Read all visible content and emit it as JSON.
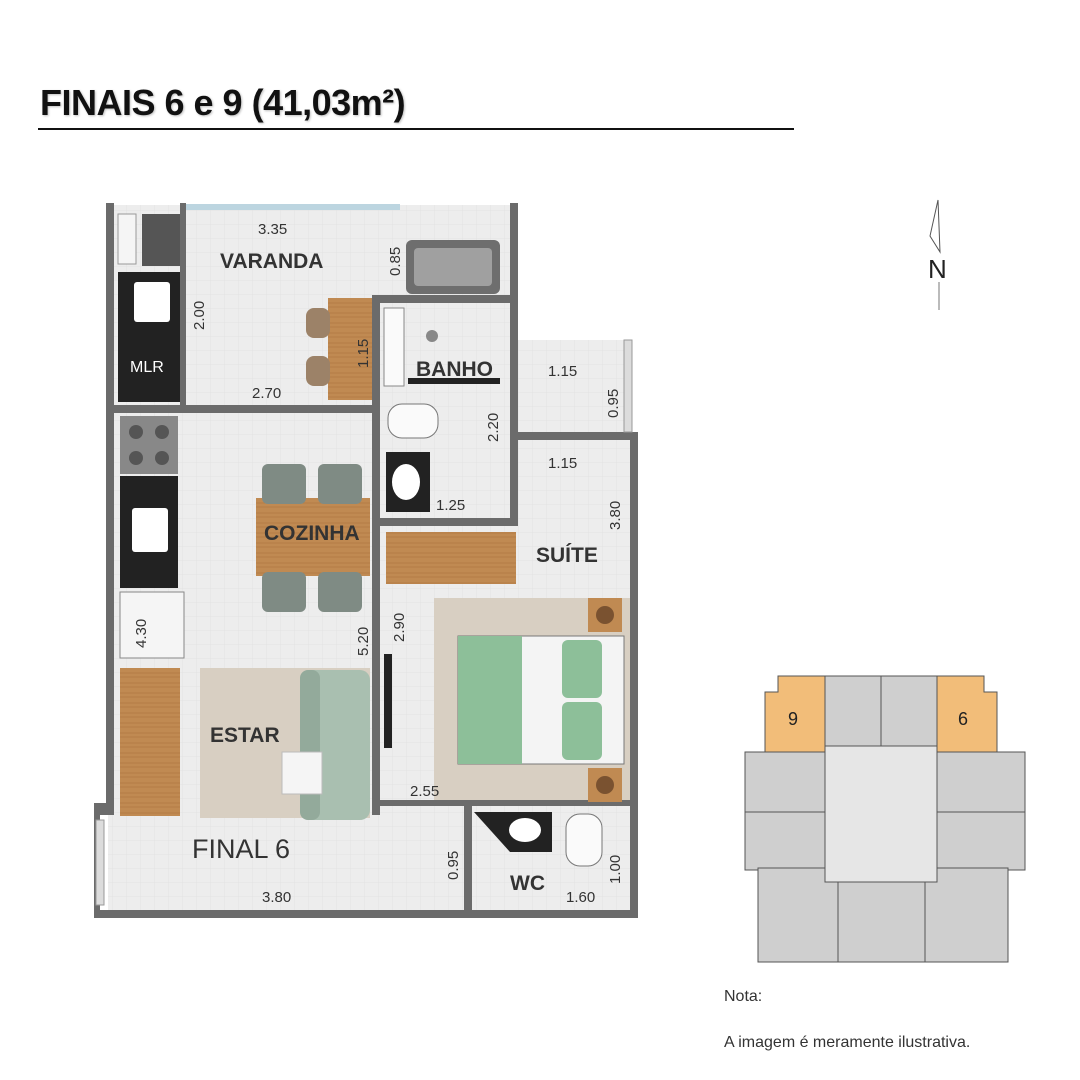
{
  "header": {
    "title": "FINAIS 6 e 9 (41,03m²)"
  },
  "compass": {
    "label": "N"
  },
  "rooms": {
    "varanda": "VARANDA",
    "mlr": "MLR",
    "banho": "BANHO",
    "cozinha": "COZINHA",
    "suite": "SUÍTE",
    "estar": "ESTAR",
    "final": "FINAL 6",
    "wc": "WC"
  },
  "dimensions": {
    "d335": "3.35",
    "d085": "0.85",
    "d200": "2.00",
    "d115a": "1.15",
    "d270": "2.70",
    "d115b": "1.15",
    "d095a": "0.95",
    "d220": "2.20",
    "d115c": "1.15",
    "d125": "1.25",
    "d380a": "3.80",
    "d430": "4.30",
    "d520": "5.20",
    "d290": "2.90",
    "d255": "2.55",
    "d095b": "0.95",
    "d100": "1.00",
    "d380b": "3.80",
    "d160": "1.60"
  },
  "key_plan": {
    "unit_9": "9",
    "unit_6": "6",
    "highlight_color": "#f2bd79"
  },
  "notes": {
    "heading": "Nota:",
    "text": "A imagem é meramente ilustrativa."
  }
}
